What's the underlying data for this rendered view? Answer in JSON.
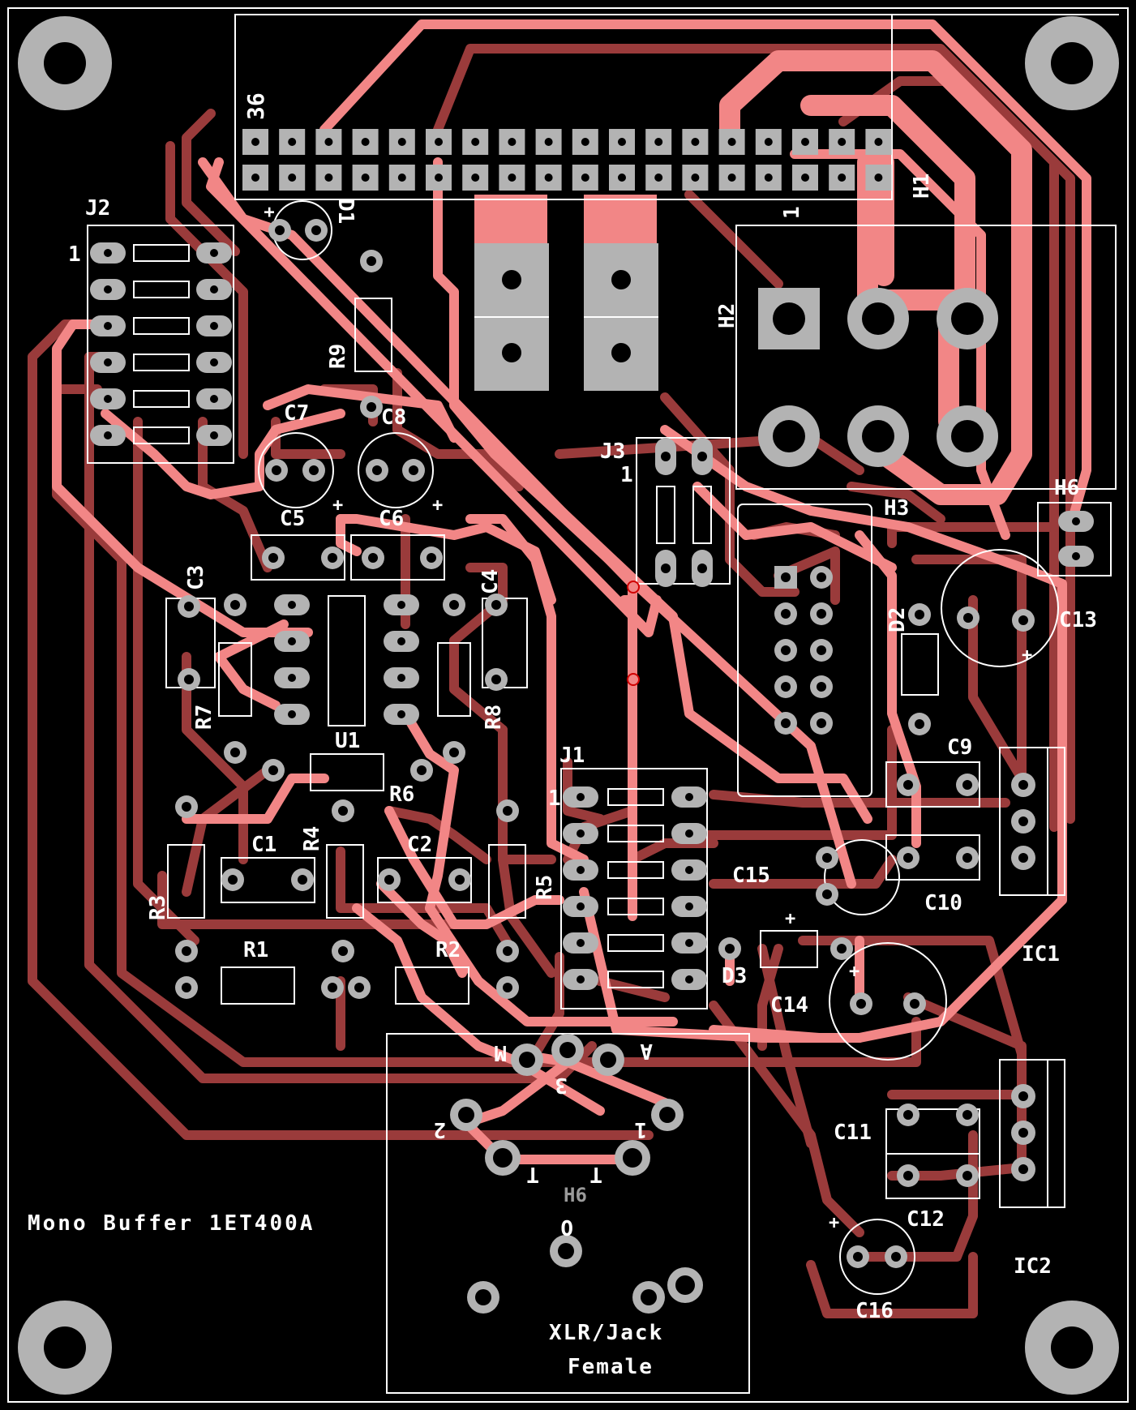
{
  "board_title": "Mono Buffer 1ET400A",
  "connector_label_xlr": [
    "XLR/Jack",
    "Female"
  ],
  "designators": {
    "h1": "H1",
    "h2": "H2",
    "h3": "H3",
    "h6_top": "H6",
    "h6_bottom": "H6",
    "j1": "J1",
    "j2": "J2",
    "j3": "J3",
    "u1": "U1",
    "ic1": "IC1",
    "ic2": "IC2",
    "d1": "D1",
    "d2": "D2",
    "d3": "D3",
    "r1": "R1",
    "r2": "R2",
    "r3": "R3",
    "r4": "R4",
    "r5": "R5",
    "r6": "R6",
    "r7": "R7",
    "r8": "R8",
    "r9": "R9",
    "c1": "C1",
    "c2": "C2",
    "c3": "C3",
    "c4": "C4",
    "c5": "C5",
    "c6": "C6",
    "c7": "C7",
    "c8": "C8",
    "c9": "C9",
    "c10": "C10",
    "c11": "C11",
    "c12": "C12",
    "c13": "C13",
    "c14": "C14",
    "c15": "C15",
    "c16": "C16"
  },
  "pin_labels": {
    "h1_pin36": "36",
    "h1_pin1": "1",
    "j2_pin1": "1",
    "j3_pin1": "1",
    "j1_pin1": "1",
    "xlr_3": "3",
    "xlr_2": "2",
    "xlr_1": "1",
    "xlr_m": "M",
    "xlr_a": "A",
    "xlr_t1": "T",
    "xlr_t2": "T",
    "xlr_o": "O"
  },
  "polarity_marks": [
    "+",
    "+",
    "+",
    "+",
    "+",
    "+",
    "+",
    "+"
  ],
  "colors": {
    "background": "#000000",
    "silkscreen": "#ffffff",
    "top_copper": "#f28686",
    "bottom_copper": "#9a3b3b",
    "pad": "#b3b3b3"
  }
}
